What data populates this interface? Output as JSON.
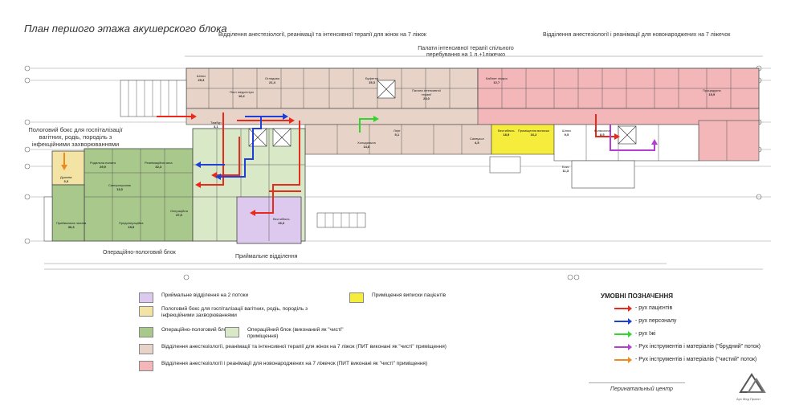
{
  "title": "План першого этажа акушерского блока",
  "sections": {
    "top_left": "Відділення анестезіології, реанімації та інтенсивної терапії для жінок на 7 ліжок",
    "top_right": "Відділення анестезіології і реанімації для новонароджених на 7 ліжечок",
    "icu_small": "Палати інтенсивної терапії спільного перебування на 1 л.+1ліжечко",
    "isolation_box": "Пологовий бокс для госпіталізації вагітних, родіь, породіль з інфекційними захворюваннями",
    "operating_block": "Операційно-пологовий блок",
    "admission": "Приймальне відділення"
  },
  "legend": [
    {
      "color": "#ddc8ee",
      "label": "Приймальне відділення на 2 потоки"
    },
    {
      "color": "#f3e3a4",
      "label": "Пологовий бокс для госпіталізації вагітних, родіь, породіль з інфекційними захворюваннями"
    },
    {
      "color": "#a9c98c",
      "label": "Операційно-пологовий блок"
    },
    {
      "color": "#d9e8c7",
      "label": "Операційний блок (виконаний як \"чисті\" приміщення)"
    },
    {
      "color": "#e7d3c8",
      "label": "Відділення анестезіології, реанімації та інтенсивної терапії для жінок на 7 ліжок (ПИТ виконані як \"чисті\" приміщення)"
    },
    {
      "color": "#f4b7b9",
      "label": "Відділення анестезіології і реанімації для новонароджених на 7 ліжечок (ПИТ виконані як \"чисті\" приміщення)"
    },
    {
      "color": "#f6ec3c",
      "label": "Приміщення виписки пацієнтів"
    }
  ],
  "key": {
    "title": "УМОВНІ ПОЗНАЧЕННЯ",
    "items": [
      {
        "color": "#e8291c",
        "label": "- рух пацієнтів"
      },
      {
        "color": "#1f3fd6",
        "label": "- рух персоналу"
      },
      {
        "color": "#2fd62c",
        "label": "- рух їжі"
      },
      {
        "color": "#b23fd0",
        "label": "- Рух інструментів і матеріалів  (\"брудний\" поток)"
      },
      {
        "color": "#f08a1c",
        "label": "- Рух інструментів і матеріалів  (\"чистий\" поток)"
      }
    ]
  },
  "footer": "Перинатальный центр",
  "logo_text": "Арх Мед Проект",
  "rooms": [
    {
      "name": "Шлюз",
      "area": "29,3"
    },
    {
      "name": "Тамбур",
      "area": "3,1"
    },
    {
      "name": "Пост медсестри",
      "area": "16,2"
    },
    {
      "name": "Холодильна",
      "area": "14,8"
    },
    {
      "name": "Буфетна",
      "area": "15,3"
    },
    {
      "name": "Вестибюль",
      "area": "26,6"
    },
    {
      "name": "Вестибюль",
      "area": "18,9"
    },
    {
      "name": "Приміщення виписки",
      "area": "16,2"
    },
    {
      "name": "Приймальна палата",
      "area": "30,3"
    },
    {
      "name": "Предопераційна",
      "area": "15,9"
    },
    {
      "name": "Операційна",
      "area": "37,5"
    },
    {
      "name": "Родильна палата",
      "area": "29,9"
    },
    {
      "name": "Реанімаційна зала",
      "area": "32,3"
    },
    {
      "name": "Оглядова",
      "area": "21,4"
    },
    {
      "name": "Процедурна",
      "area": "15,9"
    },
    {
      "name": "Палата інтенсивної терапії",
      "area": "23,0"
    },
    {
      "name": "Санвузол",
      "area": "4,5"
    },
    {
      "name": "Ліфт",
      "area": "5,1"
    },
    {
      "name": "Колясочна",
      "area": "8,5"
    },
    {
      "name": "Шлюз",
      "area": "9,5"
    },
    {
      "name": "Кабінет лікаря",
      "area": "12,7"
    },
    {
      "name": "Бокс",
      "area": "11,3"
    },
    {
      "name": "Санпропускник",
      "area": "13,0"
    },
    {
      "name": "Душова",
      "area": "3,3"
    }
  ]
}
